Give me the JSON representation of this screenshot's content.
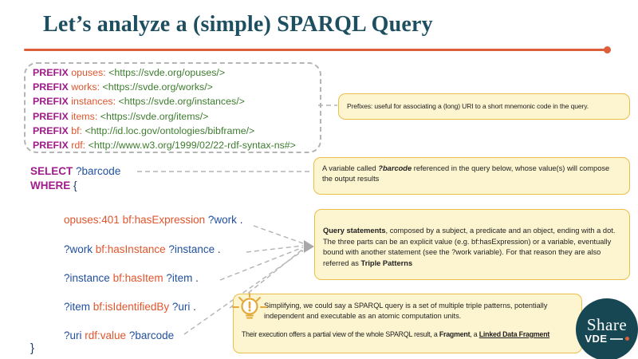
{
  "slide": {
    "title": "Let’s analyze a (simple) SPARQL Query"
  },
  "colors": {
    "title_teal": "#1d4f60",
    "accent_orange": "#dc5f39",
    "keyword_purple": "#a21b8a",
    "token_orange": "#e0552c",
    "uri_green": "#3e7d2f",
    "variable_blue": "#2150a0",
    "callout_fill": "#fdf4d0",
    "callout_border": "#e9be4b",
    "logo_teal": "#174753"
  },
  "prefix_block": {
    "lines": [
      {
        "keyword": "PREFIX",
        "name": "opuses:",
        "uri": "<https://svde.org/opuses/>"
      },
      {
        "keyword": "PREFIX",
        "name": "works:",
        "uri": "<https://svde.org/works/>"
      },
      {
        "keyword": "PREFIX",
        "name": "instances:",
        "uri": "<https://svde.org/instances/>"
      },
      {
        "keyword": "PREFIX",
        "name": "items:",
        "uri": "<https://svde.org/items/>"
      },
      {
        "keyword": "PREFIX",
        "name": "bf:",
        "uri": "<http://id.loc.gov/ontologies/bibframe/>"
      },
      {
        "keyword": "PREFIX",
        "name": "rdf:",
        "uri": "<http://www.w3.org/1999/02/22-rdf-syntax-ns#>"
      }
    ]
  },
  "query": {
    "select_keyword": "SELECT",
    "select_var": "?barcode",
    "where_keyword": "WHERE",
    "open_brace": "{",
    "close_brace": "}",
    "statements": [
      {
        "subject": "opuses:401",
        "predicate": "bf:hasExpression",
        "object": "?work",
        "dot": "."
      },
      {
        "subject": "?work",
        "predicate": "bf:hasInstance",
        "object": "?instance",
        "dot": "."
      },
      {
        "subject": "?instance",
        "predicate": "bf:hasItem",
        "object": "?item",
        "dot": "."
      },
      {
        "subject": "?item",
        "predicate": "bf:isIdentifiedBy",
        "object": "?uri",
        "dot": "."
      },
      {
        "subject": "?uri",
        "predicate": "rdf:value",
        "object": "?barcode",
        "dot": ""
      }
    ]
  },
  "callouts": {
    "prefixes": {
      "text": "Prefixes: useful for associating a (long) URI to a short mnemonic code in the query."
    },
    "variable": {
      "pre": "A variable called ",
      "var": "?barcode",
      "post": " referenced in the query below, whose value(s) will compose the output results"
    },
    "statements": {
      "lead": "Query statements",
      "body": ", composed by a subject, a predicate and an object, ending with a dot.\nThe three parts can be an explicit value (e.g. bf:hasExpression) or a variable, eventually bound with another statement (see the ?work variable). For that reason they are also referred as ",
      "tail": "Triple Patterns"
    },
    "simplify": {
      "p1": "Simplifying, we could say a SPARQL query is a set of multiple triple patterns, potentially independent and executable as an atomic computation units.",
      "p2_pre": "Their execution offers a partial view of the whole SPARQL result, a ",
      "p2_bold": "Fragment",
      "p2_mid": ", a ",
      "p2_link": "Linked Data Fragment"
    }
  },
  "logo": {
    "line1": "Share",
    "line2": "VDE"
  }
}
